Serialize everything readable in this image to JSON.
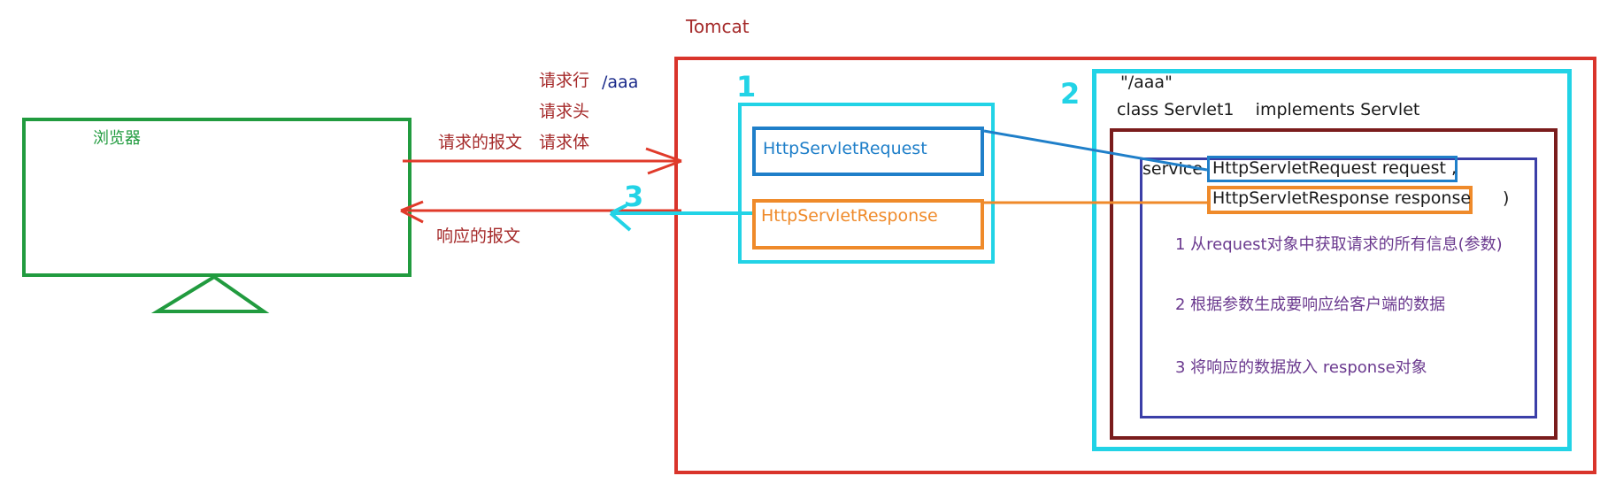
{
  "tomcat": {
    "label": "Tomcat"
  },
  "browser": {
    "label": "浏览器"
  },
  "request_message": {
    "label": "请求的报文",
    "line": "请求行",
    "path": "/aaa",
    "header": "请求头",
    "body": "请求体"
  },
  "response_message": {
    "label": "响应的报文"
  },
  "step_numbers": {
    "one": "1",
    "two": "2",
    "three": "3"
  },
  "container_objects": {
    "request": "HttpServletRequest",
    "response": "HttpServletResponse"
  },
  "servlet": {
    "mapping": "\"/aaa\"",
    "class_decl": "class Servlet1    implements Servlet",
    "service_keyword": "service",
    "param_request": "HttpServletRequest request ,",
    "param_response": "HttpServletResponse response",
    "close_paren": ")",
    "steps": [
      "1 从request对象中获取请求的所有信息(参数)",
      "2 根据参数生成要响应给客户端的数据",
      "3 将响应的数据放入 response对象"
    ]
  },
  "colors": {
    "tomcat_red": "#d9342b",
    "cyan": "#22d3e6",
    "blue": "#1f7fc9",
    "orange": "#ef8a2a",
    "dark_red": "#7a1c1c",
    "indigo": "#3b3fa8",
    "green": "#219b3f",
    "purple": "#6b3a8f"
  }
}
